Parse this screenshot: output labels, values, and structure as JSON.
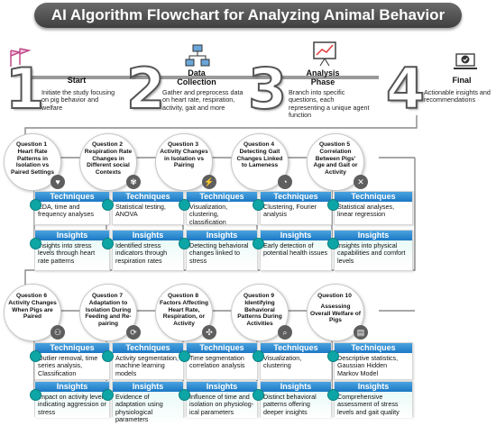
{
  "title": "AI Algorithm Flowchart for Analyzing Animal Behavior",
  "phases": [
    {
      "num": "1",
      "title": "Start",
      "desc": "Initiate the study focusing on pig behavior and welfare",
      "icon": "flags-icon"
    },
    {
      "num": "2",
      "title": "Data Collection",
      "desc": "Gather and preprocess data on heart rate, respiration, activity, gait and more",
      "icon": "network-icon"
    },
    {
      "num": "3",
      "title": "Analysis Phase",
      "desc": "Branch into specific questions, each representing a unique agent function",
      "icon": "chart-board-icon"
    },
    {
      "num": "4",
      "title": "Final",
      "desc": "Actionable insights and recommendations",
      "icon": "laptop-check-icon"
    }
  ],
  "labels": {
    "techniques": "Techniques",
    "insights": "Insights"
  },
  "questions_row1": [
    {
      "q": "Question 1",
      "text": "Heart Rate Patterns in Isolation vs Paired Settings",
      "tech": "EDA, time and frequency analyses",
      "ins": "Insights into stress levels through heart rate patterns",
      "icon": "heart-icon"
    },
    {
      "q": "Question 2",
      "text": "Respiration Rate Changes in Different social Contexts",
      "tech": "Statistical testing, ANOVA",
      "ins": "Identified stress indicators through respiration rates",
      "icon": "lungs-icon"
    },
    {
      "q": "Question 3",
      "text": "Activity Changes in Isolation vs Pairing",
      "tech": "Visualization, clustering, classification",
      "ins": "Detecting behavioral changes linked to stress",
      "icon": "activity-icon"
    },
    {
      "q": "Question 4",
      "text": "Detecting Gait Changes Linked to Lameness",
      "tech": "Clustering, Fourier analysis",
      "ins": "Early detection of potential health issues",
      "icon": "gait-icon"
    },
    {
      "q": "Question 5",
      "text": "Correlation Between Pigs' Age and Gait or Activity",
      "tech": "Statistical analyses, linear regression",
      "ins": "Insights into physical capabilities and comfort levels",
      "icon": "dna-icon"
    }
  ],
  "questions_row2": [
    {
      "q": "Question 6",
      "text": "Activity Changes When Pigs are Paired",
      "tech": "Outlier removal, time series analysis, Classification",
      "ins": "Impact on activity levels indicating aggression or stress",
      "icon": "pair-icon"
    },
    {
      "q": "Question 7",
      "text": "Adaptation to Isolation During Feeding and Re-pairing",
      "tech": "Activity segmentation, machine learning models",
      "ins": "Evidence of adaptation using physiological parameters",
      "icon": "adapt-icon"
    },
    {
      "q": "Question 8",
      "text": "Factors Affecting Heart Rate, Respiration, or Activity",
      "tech": "Time segmentation correlation analysis",
      "ins": "Influence of time and isolation on physiolog-ical parameters",
      "icon": "factors-icon"
    },
    {
      "q": "Question 9",
      "text": "Identifying Behavioral Patterns During Activities",
      "tech": "Visualization, clustering",
      "ins": "Distinct behavioral patterns offering deeper insights",
      "icon": "search-icon"
    },
    {
      "q": "Question 10",
      "text": "Assessing Overall Welfare of Pigs",
      "tech": "Descriptive statistics, Gaussian Hidden Markov Model",
      "ins": "Comprehensive assessment of stress levels and gait quality",
      "icon": "report-icon"
    }
  ],
  "colors": {
    "accent": "#1c78c5",
    "hub": "#0da5a5",
    "connector": "#8a8a8a"
  }
}
